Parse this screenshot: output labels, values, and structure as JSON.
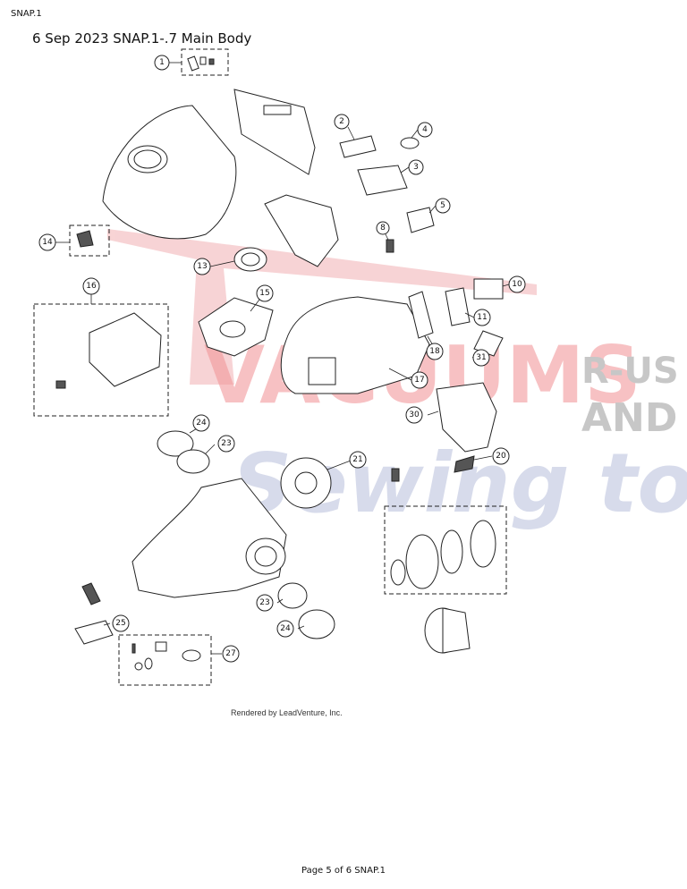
{
  "header": {
    "page_label": "SNAP.1",
    "title": "6 Sep 2023 SNAP.1-.7 Main Body"
  },
  "watermark": {
    "line1": "VACUUMS",
    "line2": "R-US",
    "line3": "AND",
    "line4": "Sewing too",
    "colors": {
      "red": "#e8434a",
      "gray": "#9a9a9a",
      "blue": "#6f7fb8"
    }
  },
  "callouts": [
    "1",
    "2",
    "3",
    "4",
    "5",
    "8",
    "10",
    "11",
    "13",
    "14",
    "15",
    "16",
    "17",
    "18",
    "20",
    "21",
    "23",
    "24",
    "25",
    "27",
    "30",
    "31",
    "23",
    "24"
  ],
  "credit": "Rendered by LeadVenture, Inc.",
  "footer": "Page 5 of 6 SNAP.1"
}
